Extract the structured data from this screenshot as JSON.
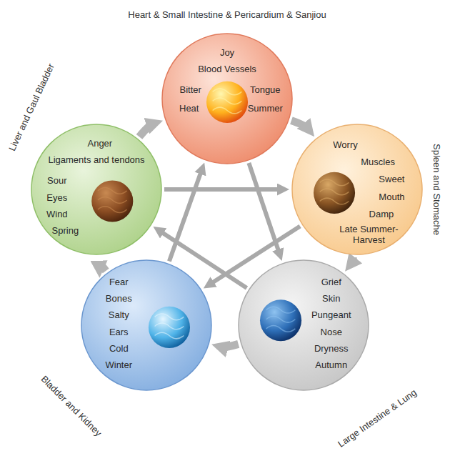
{
  "diagram": {
    "nodes": [
      {
        "text": [
          "Heart & Small Intestine & Pericardium & Sanjiou",
          "Joy",
          "Blood Vessels",
          "Bitter",
          "Tongue",
          "Heat",
          "Summer"
        ]
      },
      {
        "text": [
          "Spleen and Stomache",
          "Worry",
          "Muscles",
          "Sweet",
          "Mouth",
          "Damp",
          "Late Summer- Harvest"
        ]
      },
      {
        "text": [
          "Large Intestine & Lung",
          "Grief",
          "Skin",
          "Pungeant",
          "Nose",
          "Dryness",
          "Autumn"
        ]
      },
      {
        "text": [
          "Bladder and Kidney",
          "Fear",
          "Bones",
          "Salty",
          "Ears",
          "Cold",
          "Winter"
        ]
      },
      {
        "text": [
          "Liver and Gaul Bladder",
          "Anger",
          "Ligaments and tendons",
          "Sour",
          "Eyes",
          "Wind",
          "Spring"
        ]
      }
    ],
    "edges": [
      {
        "from": 4,
        "to": 0,
        "arrow": "to"
      },
      {
        "from": 0,
        "to": 1,
        "arrow": "to"
      },
      {
        "from": 1,
        "to": 2,
        "arrow": "to"
      },
      {
        "from": 2,
        "to": 3,
        "arrow": "to"
      },
      {
        "from": 3,
        "to": 4,
        "arrow": "to"
      },
      {
        "from": 4,
        "to": 1,
        "arrow": "to"
      },
      {
        "from": 1,
        "to": 3,
        "arrow": "to"
      },
      {
        "from": 3,
        "to": 0,
        "arrow": "to"
      },
      {
        "from": 0,
        "to": 2,
        "arrow": "to"
      },
      {
        "from": 2,
        "to": 4,
        "arrow": "to"
      }
    ]
  }
}
